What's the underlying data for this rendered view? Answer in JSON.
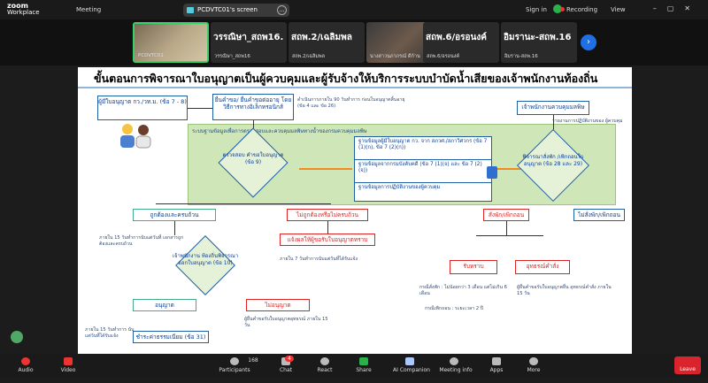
{
  "app": {
    "logo_top": "zoom",
    "logo_bottom": "Workplace",
    "meeting_label": "Meeting",
    "screen_label": "PCDVTC01's screen",
    "sign_in": "Sign in",
    "recording": "Recording",
    "view": "View"
  },
  "participants": [
    {
      "big": "",
      "small": "PCDVTC01"
    },
    {
      "big": "วรรณิษา_สถพ16.",
      "small": "วรรณิษา_สถพ16"
    },
    {
      "big": "สถพ.2/เฉลิมพล",
      "small": "สถพ.2/เฉลิมพล"
    },
    {
      "big": "",
      "small": "นางสาวนภาภรณ์ ดีก้าน"
    },
    {
      "big": "สถพ.6/อรอนงค์",
      "small": "สถพ.6/อรอนงค์"
    },
    {
      "big": "อิมรานะ-สถพ.16",
      "small": "อิมราน-สถพ.16"
    }
  ],
  "slide": {
    "title": "ขั้นตอนการพิจารณาใบอนุญาตเป็นผู้ควบคุมและผู้รับจ้างให้บริการระบบบำบัดน้ำเสียของเจ้าพนักงานท้องถิ่น",
    "box_applicant": "ผู้มีใบอนุญาต กว./วท.ม. (ข้อ 7 - 8)",
    "box_submit": "ยื่นคำขอ/ ยื่นคำขอต่ออายุ โดยวิธีการทางอิเล็กทรอนิกส์",
    "note_90days": "ดำเนินการภายใน 90 วันทำการ ก่อนใบอนุญาตสิ้นอายุ (ข้อ 4 และ ข้อ 26)",
    "box_officer": "เจ้าพนักงานควบคุมมลพิษ",
    "note_officer": "รายงานการปฏิบัติงานของ ผู้ควบคุมในการพิจารณาปัญหา",
    "green_header": "ระบบฐานข้อมูลเพื่อการตรวจสอบและควบคุมมลพิษทางน้ำของกรมควบคุมมลพิษ",
    "db_row1": "ฐานข้อมูลผู้มีใบอนุญาต กว. จาก สภวศ./สภาวิศวกร (ข้อ 7 (1)(ก), ข้อ 7 (2)(ก))",
    "db_row2": "ฐานข้อมูลจากกรมบังคับคดี (ข้อ 7 (1)(จ) และ ข้อ 7 (2)(จ))",
    "db_row3": "ฐานข้อมูลการปฏิบัติงานของผู้ควบคุม",
    "diamond_check": "ตรวจสอบ คำขอใบอนุญาต (ข้อ 9)",
    "diamond_consider": "พิจารณาสั่งพัก /เพิกถอนใบอนุญาต (ข้อ 28 และ 29)",
    "box_correct": "ถูกต้องและครบถ้วน",
    "box_incorrect": "ไม่ถูกต้องหรือไม่ครบถ้วน",
    "box_notify": "แจ้งผลให้ผู้ขอรับใบอนุญาตทราบ",
    "note_7days": "ภายใน 7 วันทำการนับแต่วันที่ได้รับแจ้ง",
    "box_suspend": "สั่งพัก/เพิกถอน",
    "box_nosuspend": "ไม่สั่งพัก/เพิกถอน",
    "note_15days_left": "ภายใน 15 วันทำการนับแต่วันที่ เอกสารถูกต้องและครบถ้วน",
    "diamond_local": "เจ้าพนักงาน ท้องถิ่นพิจารณา ออกใบอนุญาต (ข้อ 10)",
    "box_approve": "อนุญาต",
    "box_deny": "ไม่อนุญาต",
    "note_deny": "ผู้ยื่นคำขอรับใบอนุญาตอุทธรณ์ ภายใน 15 วัน",
    "box_fee": "ชำระค่าธรรมเนียม (ข้อ 31)",
    "note_fee": "ภายใน 15 วันทำการ นับแต่วันที่ได้รับแจ้ง",
    "box_ack": "รับทราบ",
    "box_appeal": "อุทธรณ์คำสั่ง",
    "note_suspend1": "กรณีสั่งพัก : ไม่น้อยกว่า 3 เดือน แต่ไม่เกิน 6 เดือน",
    "note_suspend2": "กรณีเพิกถอน : ระยะเวลา 2 ปี",
    "note_appeal": "ผู้ยื่นคำขอรับใบอนุญาตยื่น อุทธรณ์คำสั่ง ภายใน 15 วัน"
  },
  "toolbar": {
    "audio": "Audio",
    "video": "Video",
    "participants": "Participants",
    "participants_count": "168",
    "chat": "Chat",
    "chat_badge": "4",
    "react": "React",
    "share": "Share",
    "ai": "AI Companion",
    "info": "Meeting info",
    "apps": "Apps",
    "more": "More",
    "leave": "Leave"
  },
  "colors": {
    "accent": "#1f6fe5",
    "record": "#e33333",
    "share": "#2ab24a",
    "leave": "#d9232d",
    "flow_blue": "#1e5fa8",
    "flow_red": "#d22222",
    "flow_green": "#cfe6b8"
  }
}
